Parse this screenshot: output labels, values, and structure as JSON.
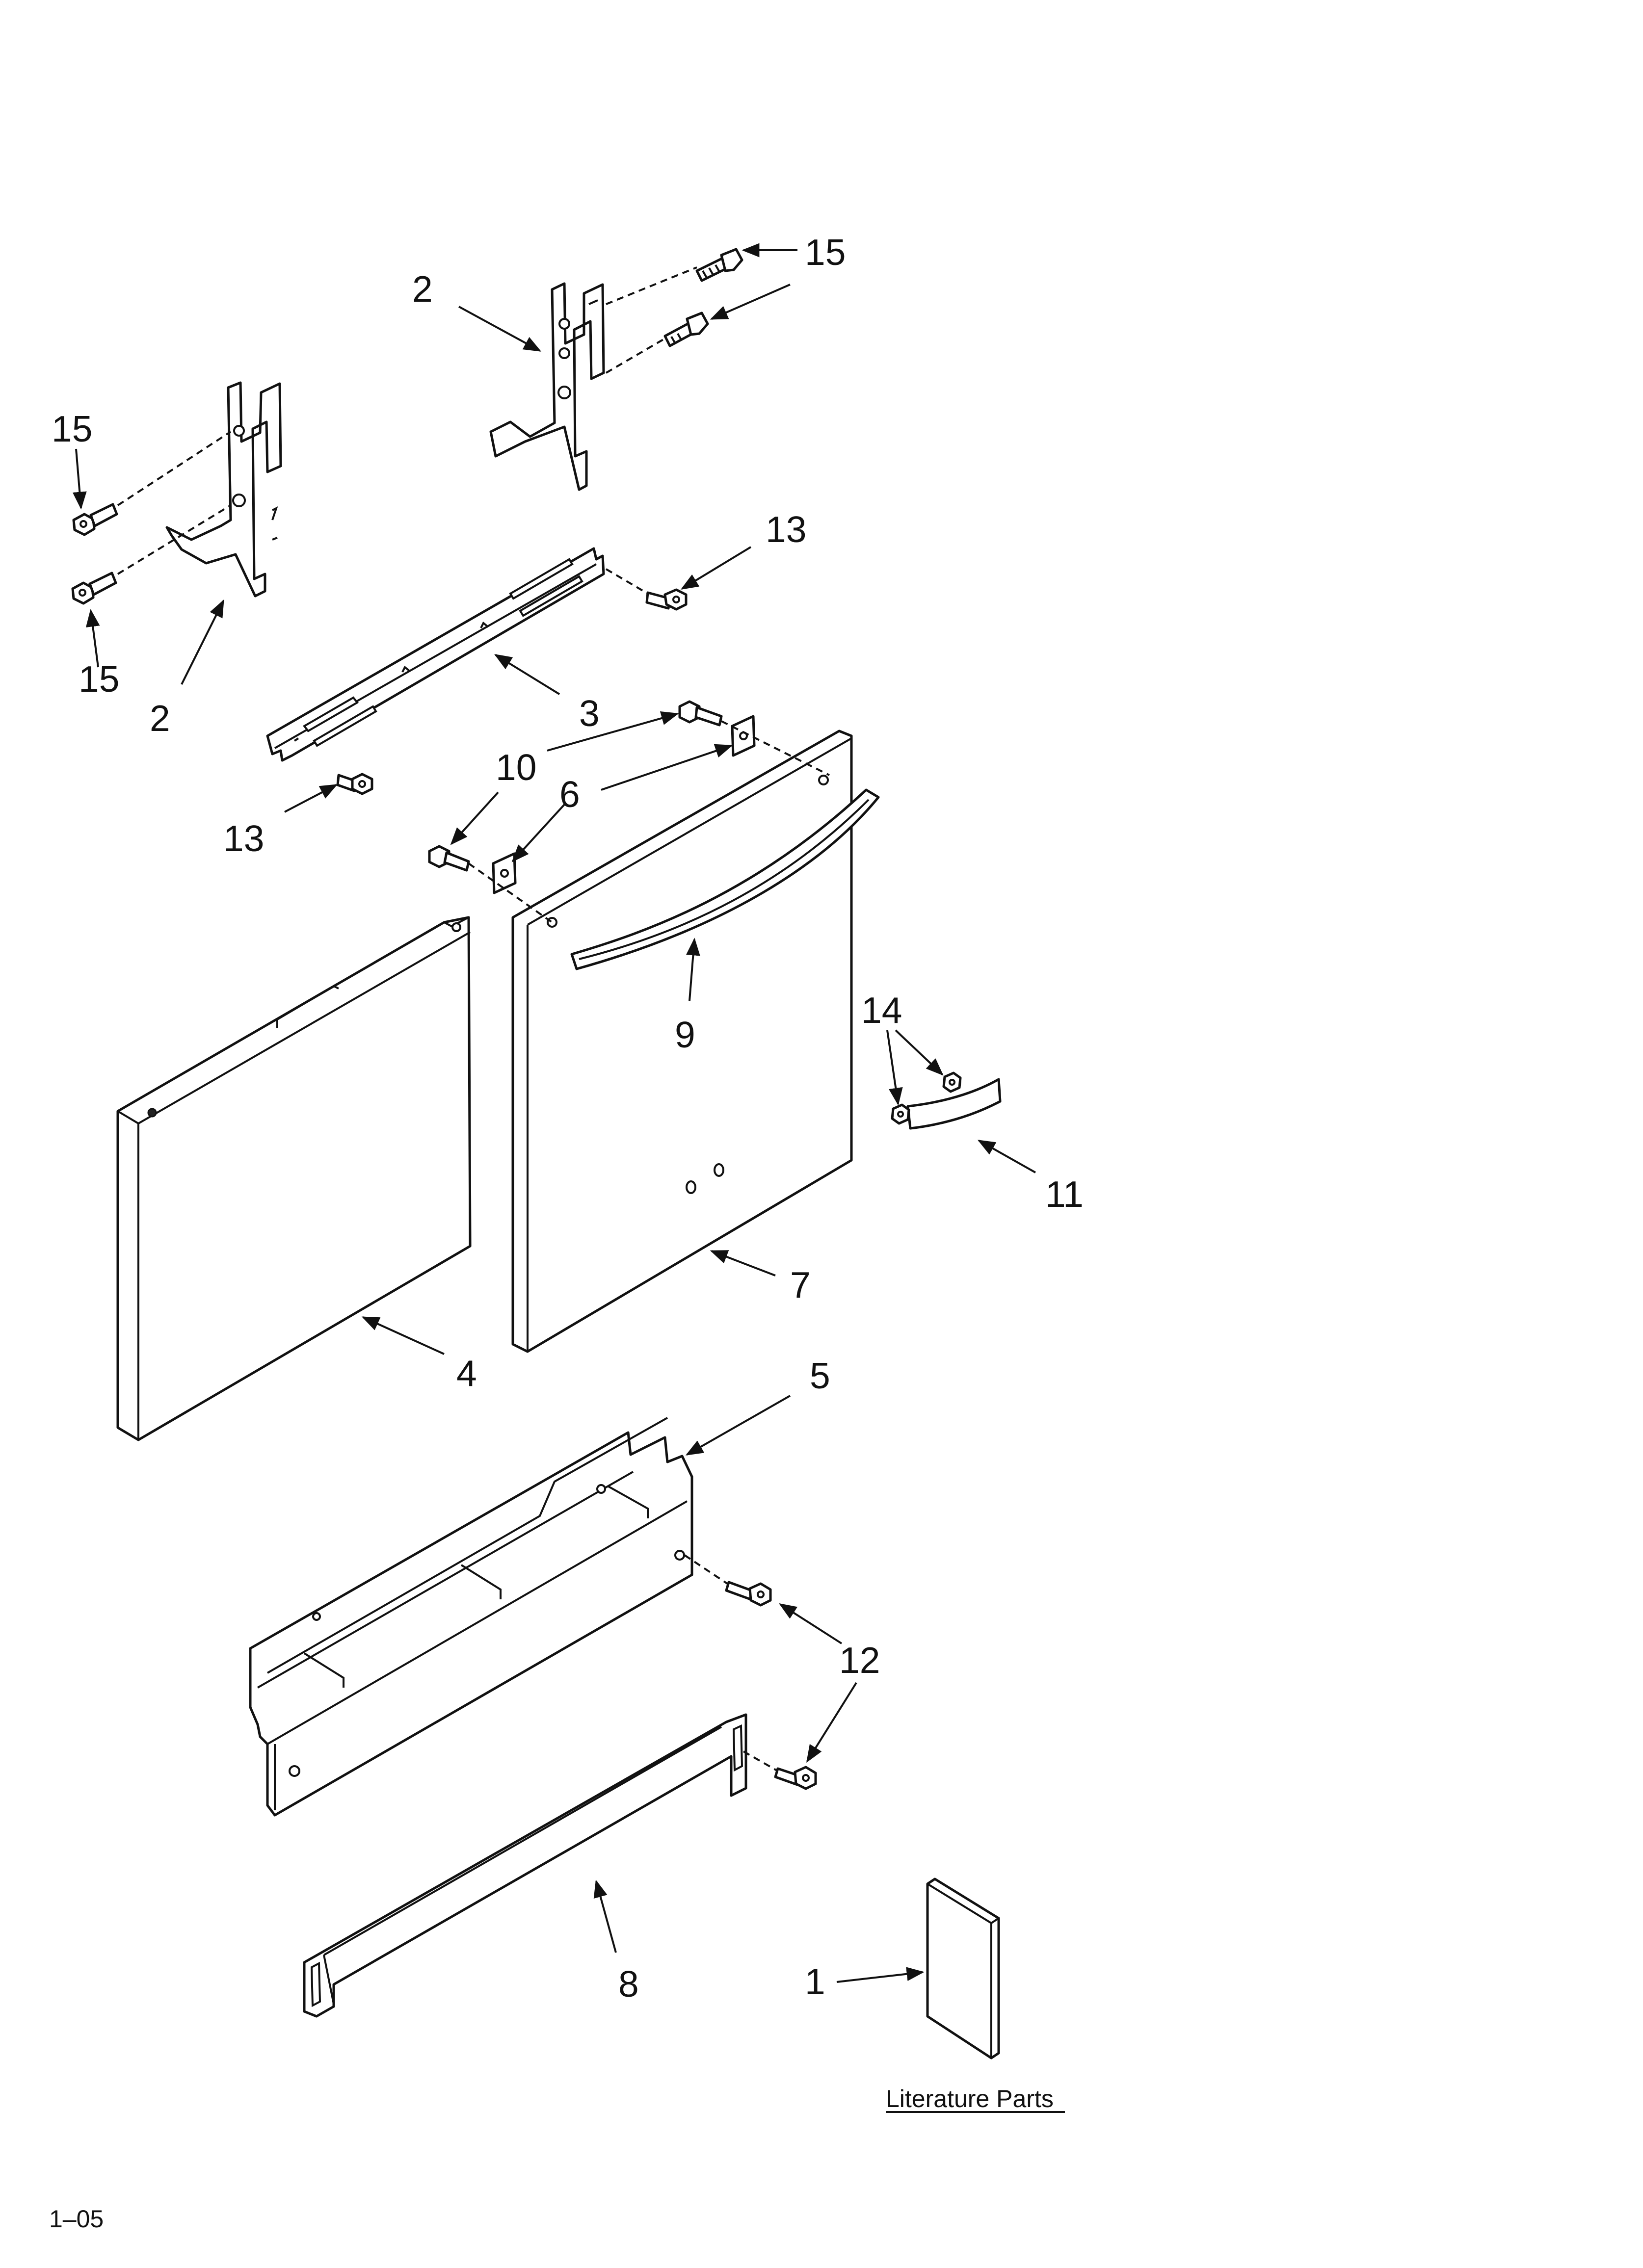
{
  "labels": {
    "l1": "1",
    "l2a": "2",
    "l2b": "2",
    "l3": "3",
    "l4": "4",
    "l5": "5",
    "l6": "6",
    "l7": "7",
    "l8": "8",
    "l9": "9",
    "l10": "10",
    "l11": "11",
    "l12": "12",
    "l13a": "13",
    "l13b": "13",
    "l14": "14",
    "l15a": "15",
    "l15b": "15",
    "l15c": "15"
  },
  "literature_caption": "Literature Parts",
  "page_code": "1–05"
}
